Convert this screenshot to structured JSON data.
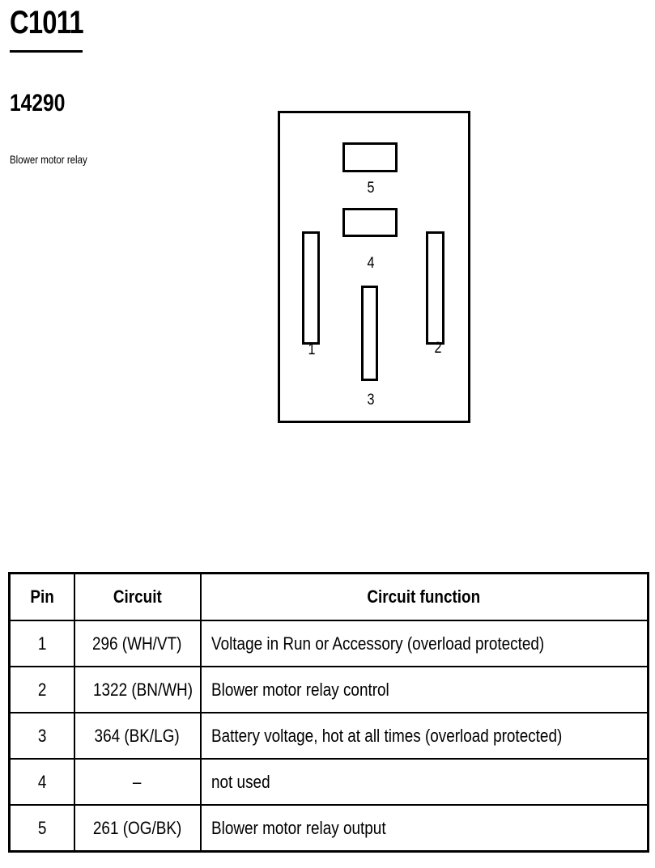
{
  "connector": {
    "id": "C1011",
    "part_number": "14290",
    "description": "Blower motor relay"
  },
  "face": {
    "pin_labels": {
      "p1": "1",
      "p2": "2",
      "p3": "3",
      "p4": "4",
      "p5": "5"
    }
  },
  "table": {
    "headers": {
      "pin": "Pin",
      "circuit": "Circuit",
      "function": "Circuit function"
    },
    "rows": [
      {
        "pin": "1",
        "circuit": "296 (WH/VT)",
        "function": "Voltage in Run or Accessory (overload protected)"
      },
      {
        "pin": "2",
        "circuit": "1322 (BN/WH)",
        "function": "Blower motor relay control"
      },
      {
        "pin": "3",
        "circuit": "364 (BK/LG)",
        "function": "Battery voltage, hot at all times (overload protected)"
      },
      {
        "pin": "4",
        "circuit": "–",
        "function": "not used"
      },
      {
        "pin": "5",
        "circuit": "261 (OG/BK)",
        "function": "Blower motor relay output"
      }
    ]
  }
}
